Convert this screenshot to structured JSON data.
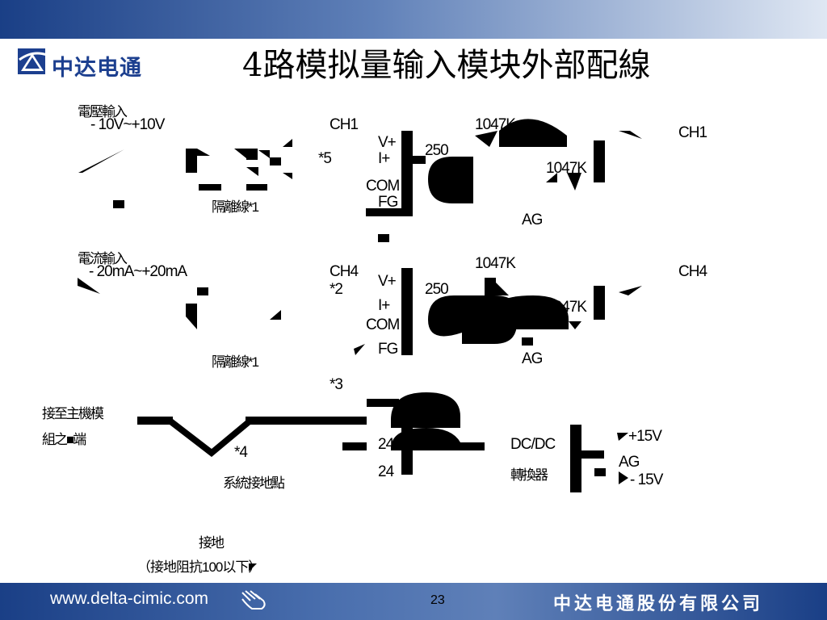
{
  "header": {
    "logo_text": "中达电通",
    "title": "4路模拟量输入模块外部配線"
  },
  "diagram": {
    "voltage_input_label": "電壓輸入",
    "voltage_range": "- 10V~+10V",
    "current_input_label": "電流輸入",
    "current_range": "- 20mA~+20mA",
    "shield_label_1": "隔離線*1",
    "shield_label_2": "隔離線*1",
    "ch1_left": "CH1",
    "ch1_right": "CH1",
    "ch4_left": "CH4",
    "ch4_right": "CH4",
    "note_5": "*5",
    "note_2": "*2",
    "note_3": "*3",
    "note_4": "*4",
    "vplus_1": "V+",
    "iplus_1": "I+",
    "com_1": "COM",
    "fg_1": "FG",
    "vplus_2": "V+",
    "iplus_2": "I+",
    "com_2": "COM",
    "fg_2": "FG",
    "r250_1": "250",
    "r250_2": "250",
    "r1047k_a": "1047K",
    "r1047k_b": "1047K",
    "r1047k_c": "1047K",
    "r1047k_d": "1047K",
    "ag_1": "AG",
    "ag_2": "AG",
    "connect_module_1": "接至主機模",
    "connect_module_2": "組之■端",
    "system_ground": "系統接地點",
    "v24_1": "24",
    "v24_2": "24",
    "dcdc": "DC/DC",
    "converter": "轉換器",
    "plus15": "+15V",
    "ag_3": "AG",
    "minus15": "- 15V",
    "ground_label": "接地",
    "ground_resistance": "（接地阻抗100以下）"
  },
  "footer": {
    "url": "www.delta-cimic.com",
    "page": "23",
    "company": "中达电通股份有限公司"
  },
  "colors": {
    "brand_blue": "#1c3f8f",
    "bar_dark": "#1a3f86",
    "bar_light": "#dfe7f3"
  }
}
